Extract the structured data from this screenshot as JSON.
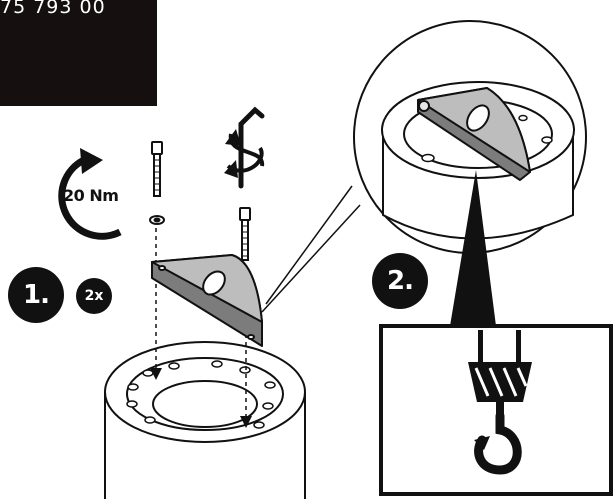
{
  "part_number": "75 793 00",
  "torque": "20 Nm",
  "steps": [
    {
      "label": "1."
    },
    {
      "label": "2."
    }
  ],
  "quantity": "2x",
  "colors": {
    "ink": "#111111",
    "panel": "#150f10",
    "plate": "#bdbdbd",
    "background": "#ffffff"
  },
  "icons": [
    "rotation-arrow-icon",
    "allen-key-icon",
    "crane-hook-icon"
  ]
}
